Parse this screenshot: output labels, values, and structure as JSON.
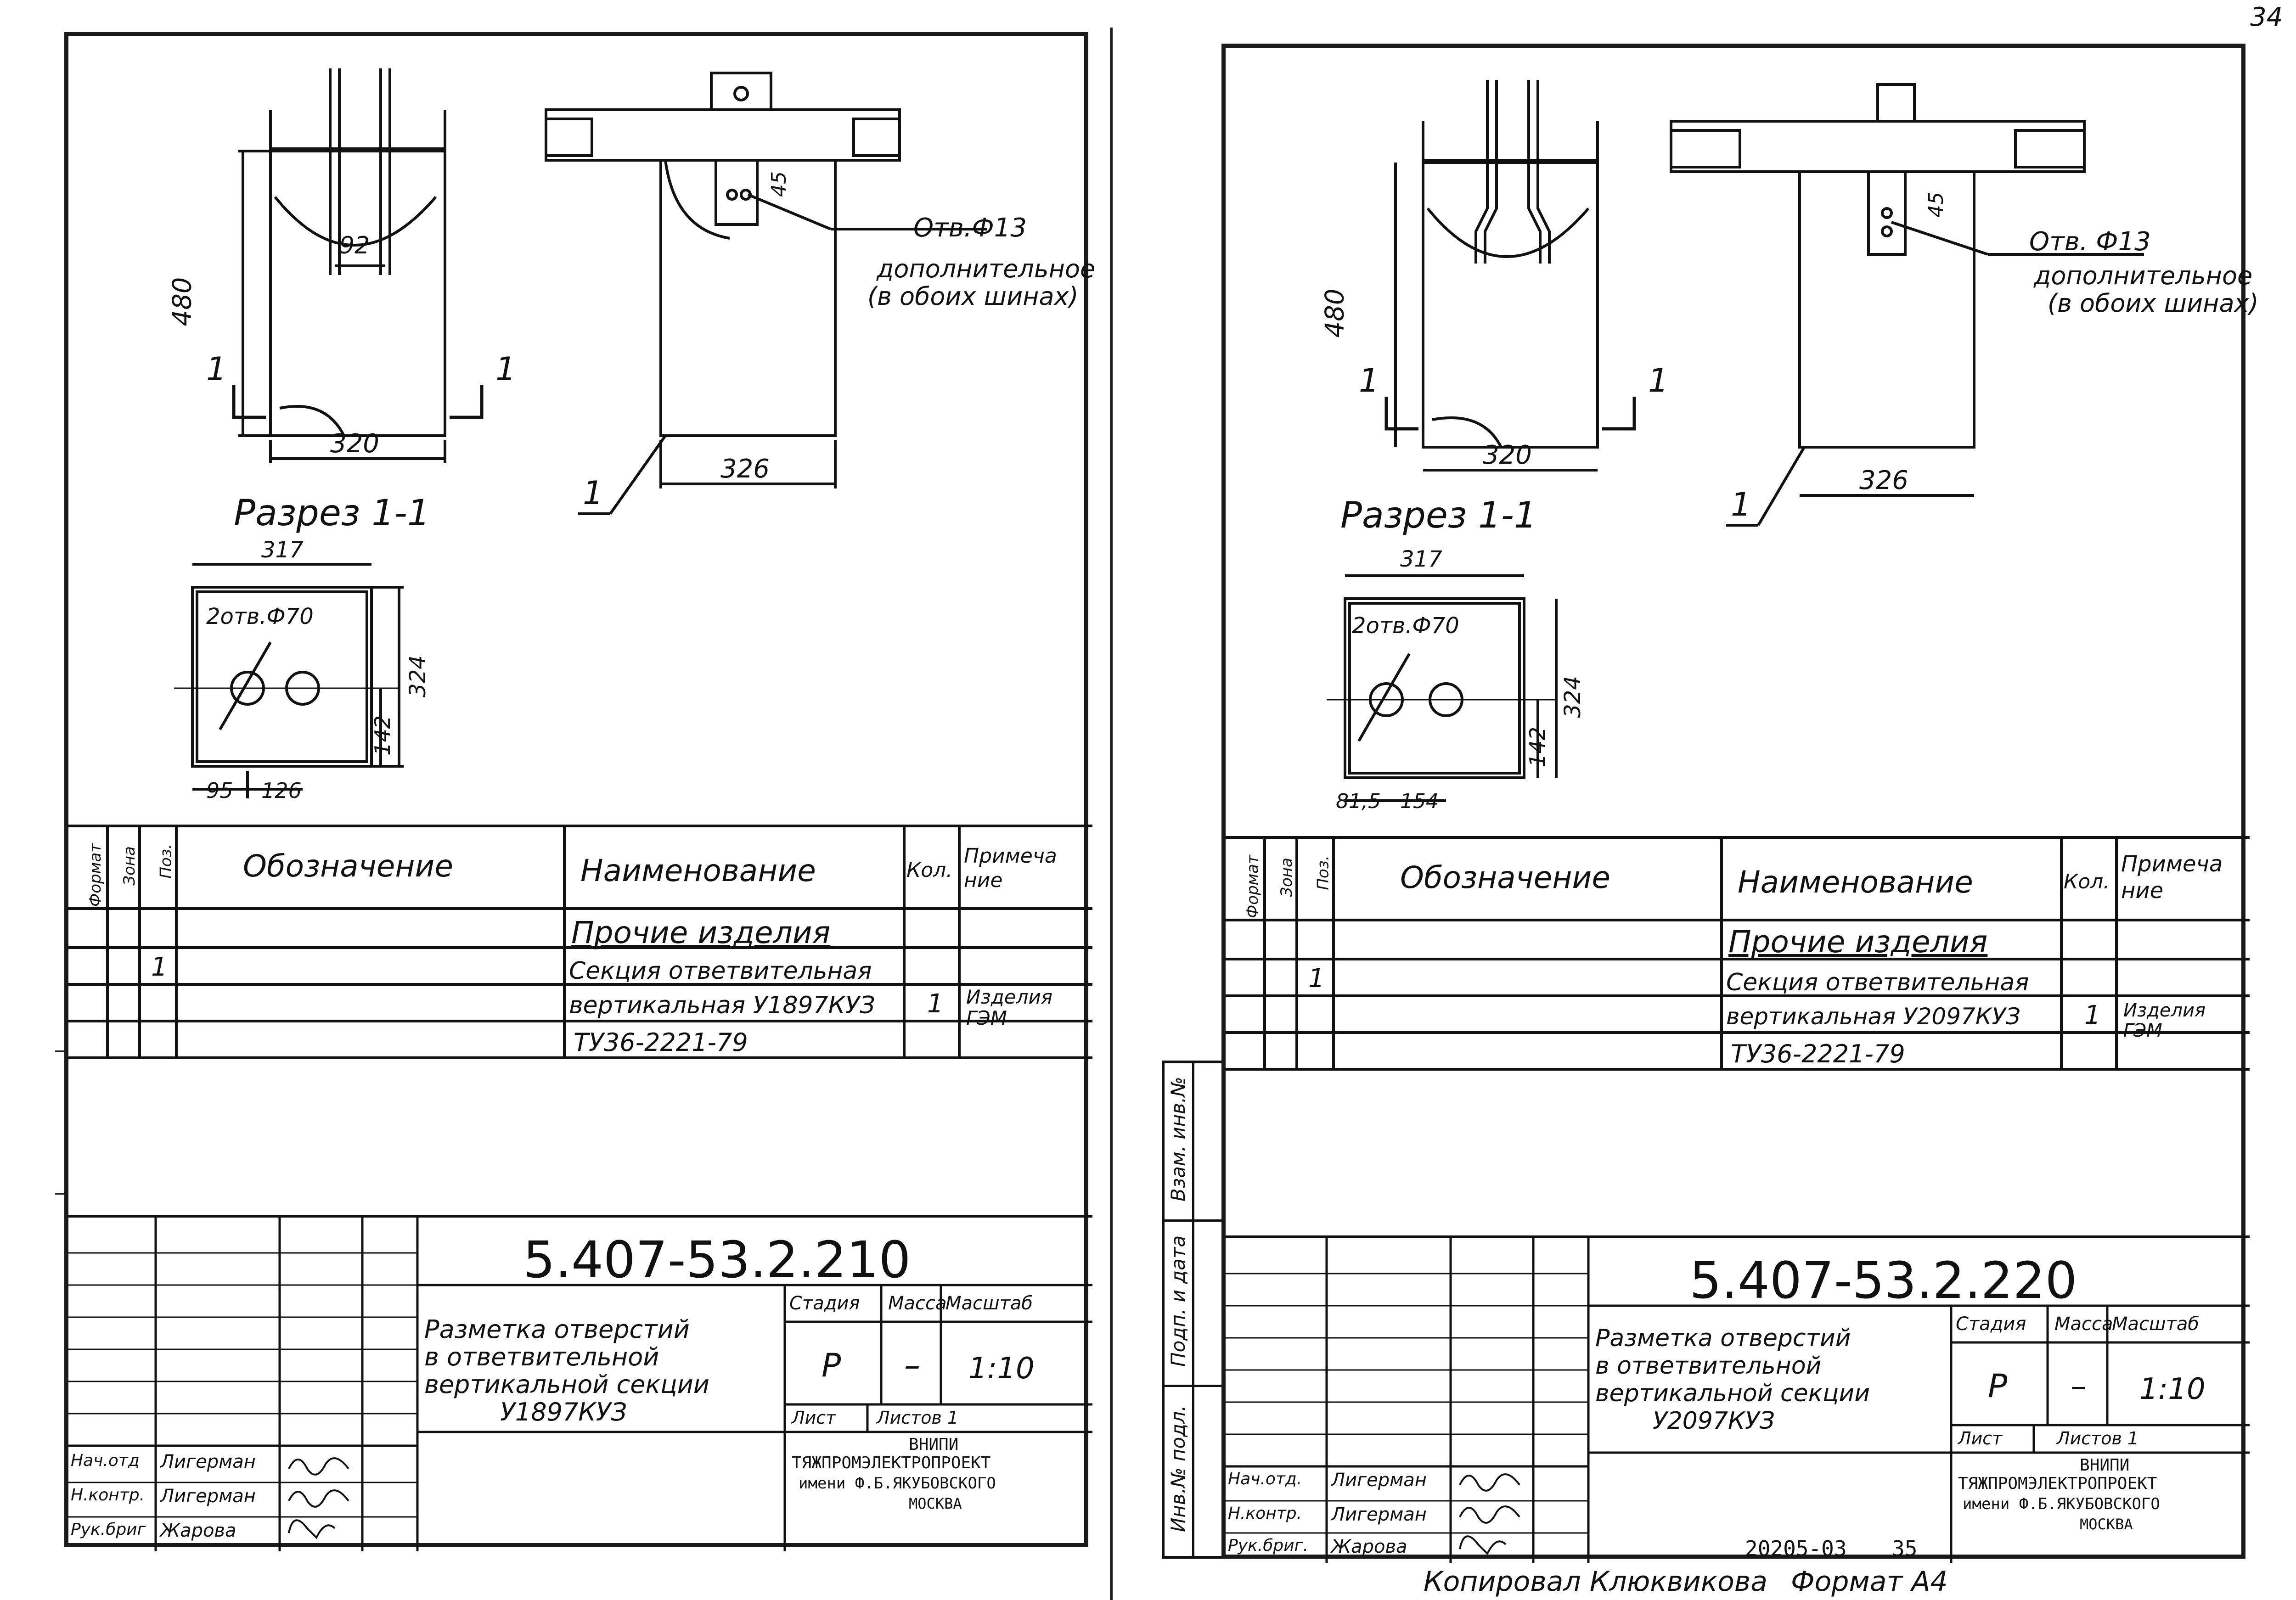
{
  "sheets": [
    {
      "dims": {
        "h480": "480",
        "w92": "92",
        "w320": "320",
        "w326": "326",
        "d45": "45",
        "s317": "317",
        "s324": "324",
        "s142": "142",
        "s95": "95",
        "s126": "126"
      },
      "hole_note": "Отв.Ф13",
      "hole_note2": "дополнительное",
      "hole_note3": "(в обоих шинах)",
      "section_title": "Разрез 1-1",
      "section_mark": "1",
      "holes_label": "2отв.Ф70",
      "pos_marker": "1",
      "table": {
        "headers": [
          "Формат",
          "Зона",
          "Поз.",
          "Обозначение",
          "Наименование",
          "Кол.",
          "Примеча ние"
        ],
        "rows": [
          {
            "pos": "",
            "name": "Прочие изделия",
            "qty": "",
            "note": ""
          },
          {
            "pos": "1",
            "name": "Секция ответвительная",
            "qty": "",
            "note": ""
          },
          {
            "pos": "",
            "name": "вертикальная У1897КУЗ",
            "qty": "1",
            "note": "Изделия ГЭМ"
          },
          {
            "pos": "",
            "name": "ТУ36-2221-79",
            "qty": "",
            "note": ""
          }
        ]
      },
      "title_block": {
        "code": "5.407-53.2.210",
        "title": [
          "Разметка отверстий",
          "в ответвительной",
          "вертикальной секции",
          "У1897КУЗ"
        ],
        "stage_h": "Стадия",
        "mass_h": "Масса",
        "scale_h": "Масштаб",
        "stage": "Р",
        "mass": "–",
        "scale": "1:10",
        "sheet_h": "Лист",
        "sheets_h": "Листов 1",
        "org": [
          "ВНИПИ",
          "ТЯЖПРОМЭЛЕКТРОПРОЕКТ",
          "имени Ф.Б.ЯКУБОВСКОГО",
          "МОСКВА"
        ],
        "roles": [
          {
            "role": "Нач.отд",
            "name": "Лигерман"
          },
          {
            "role": "Н.контр.",
            "name": "Лигерман"
          },
          {
            "role": "Рук.бриг",
            "name": "Жарова"
          }
        ]
      }
    },
    {
      "dims": {
        "h480": "480",
        "w92": "",
        "w320": "320",
        "w326": "326",
        "d45": "45",
        "s317": "317",
        "s324": "324",
        "s142": "142",
        "s95": "81,5",
        "s126": "154"
      },
      "hole_note": "Отв. Ф13",
      "hole_note2": "дополнительное",
      "hole_note3": "(в обоих шинах)",
      "section_title": "Разрез 1-1",
      "section_mark": "1",
      "holes_label": "2отв.Ф70",
      "pos_marker": "1",
      "table": {
        "headers": [
          "Формат",
          "Зона",
          "Поз.",
          "Обозначение",
          "Наименование",
          "Кол.",
          "Примеча ние"
        ],
        "rows": [
          {
            "pos": "",
            "name": "Прочие изделия",
            "qty": "",
            "note": ""
          },
          {
            "pos": "1",
            "name": "Секция ответвительная",
            "qty": "",
            "note": ""
          },
          {
            "pos": "",
            "name": "вертикальная У2097КУЗ",
            "qty": "1",
            "note": "Изделия ГЭМ"
          },
          {
            "pos": "",
            "name": "ТУ36-2221-79",
            "qty": "",
            "note": ""
          }
        ]
      },
      "title_block": {
        "code": "5.407-53.2.220",
        "title": [
          "Разметка отверстий",
          "в ответвительной",
          "вертикальной секции",
          "У2097КУЗ"
        ],
        "stage_h": "Стадия",
        "mass_h": "Масса",
        "scale_h": "Масштаб",
        "stage": "Р",
        "mass": "–",
        "scale": "1:10",
        "sheet_h": "Лист",
        "sheets_h": "Листов 1",
        "org": [
          "ВНИПИ",
          "ТЯЖПРОМЭЛЕКТРОПРОЕКТ",
          "имени Ф.Б.ЯКУБОВСКОГО",
          "МОСКВА"
        ],
        "roles": [
          {
            "role": "Нач.отд.",
            "name": "Лигерман"
          },
          {
            "role": "Н.контр.",
            "name": "Лигерман"
          },
          {
            "role": "Рук.бриг.",
            "name": "Жарова"
          }
        ]
      }
    }
  ],
  "side_stamp": [
    "Взам. инв.№",
    "Подп. и дата",
    "Инв.№ подл."
  ],
  "page_number": "34",
  "footer": {
    "archive": "20205-03",
    "num": "35",
    "copied": "Копировал Клюквикова",
    "format": "Формат А4"
  }
}
